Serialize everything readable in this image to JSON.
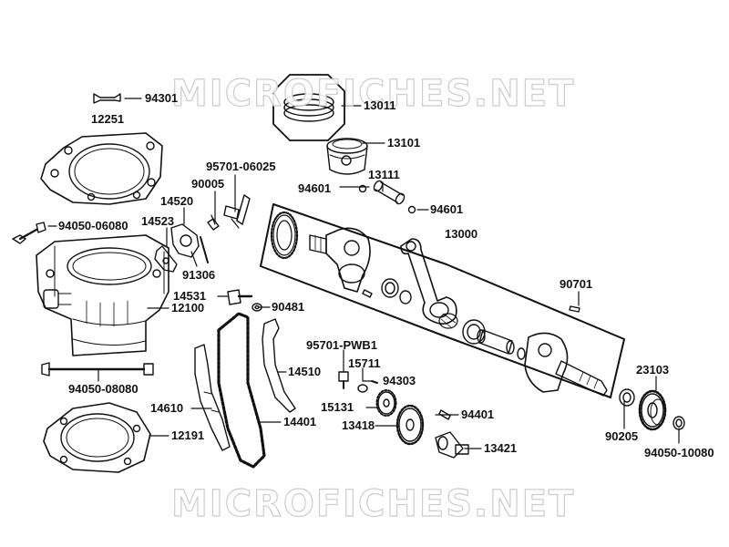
{
  "watermark": "MICROFICHES.NET",
  "parts": {
    "p94301": "94301",
    "p12251": "12251",
    "p13011": "13011",
    "p13101": "13101",
    "p13111": "13111",
    "p94601a": "94601",
    "p94601b": "94601",
    "p95701_06025": "95701-06025",
    "p90005": "90005",
    "p14520": "14520",
    "p14523": "14523",
    "p94050_06080": "94050-06080",
    "p13000": "13000",
    "p91306": "91306",
    "p90701": "90701",
    "p14531": "14531",
    "p90481": "90481",
    "p12100": "12100",
    "p95701_pwb1": "95701-PWB1",
    "p15711": "15711",
    "p94303": "94303",
    "p14510": "14510",
    "p94050_08080": "94050-08080",
    "p23103": "23103",
    "p14610": "14610",
    "p15131": "15131",
    "p94401": "94401",
    "p14401": "14401",
    "p13418": "13418",
    "p12191": "12191",
    "p90205": "90205",
    "p13421": "13421",
    "p94050_10080": "94050-10080"
  }
}
